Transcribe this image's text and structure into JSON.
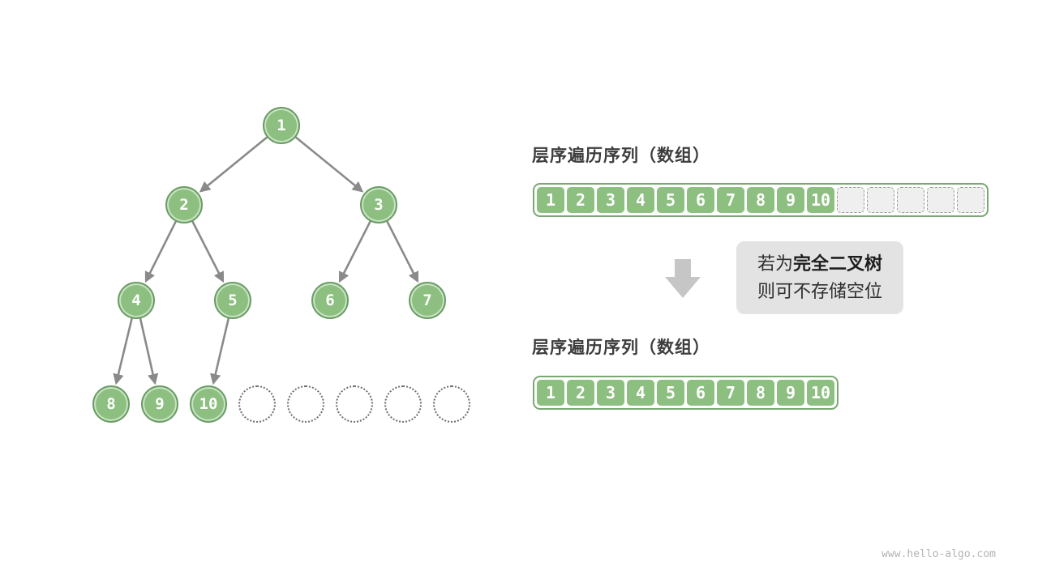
{
  "labels": {
    "array_full": "层序遍历序列（数组）",
    "array_compact": "层序遍历序列（数组）"
  },
  "note": {
    "line1_prefix": "若为",
    "line1_bold": "完全二叉树",
    "line2": "则可不存储空位"
  },
  "tree": {
    "nodes": [
      "1",
      "2",
      "3",
      "4",
      "5",
      "6",
      "7",
      "8",
      "9",
      "10"
    ],
    "empty_slot_count": 5
  },
  "arrays": {
    "full": {
      "values": [
        "1",
        "2",
        "3",
        "4",
        "5",
        "6",
        "7",
        "8",
        "9",
        "10"
      ],
      "empty_count": 5
    },
    "compact": {
      "values": [
        "1",
        "2",
        "3",
        "4",
        "5",
        "6",
        "7",
        "8",
        "9",
        "10"
      ]
    }
  },
  "watermark": "www.hello-algo.com",
  "colors": {
    "node_green": "#8cbf80",
    "node_border": "#699e63",
    "array_border": "#7aa873",
    "edge_gray": "#8a8a8a",
    "note_bg": "#e3e3e3",
    "arrow_gray": "#c6c6c6"
  }
}
